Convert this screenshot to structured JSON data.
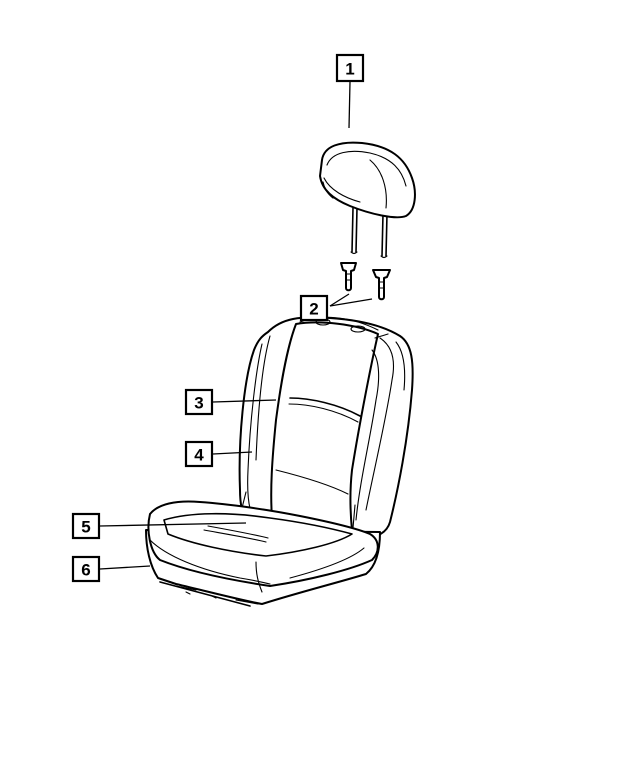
{
  "diagram": {
    "colors": {
      "line": "#000000",
      "background": "#ffffff"
    },
    "callouts": [
      {
        "id": "1",
        "label": "1",
        "part": "headrest"
      },
      {
        "id": "2",
        "label": "2",
        "part": "headrest-guides"
      },
      {
        "id": "3",
        "label": "3",
        "part": "seat-back-cover"
      },
      {
        "id": "4",
        "label": "4",
        "part": "seat-back-cushion"
      },
      {
        "id": "5",
        "label": "5",
        "part": "seat-cushion-cover"
      },
      {
        "id": "6",
        "label": "6",
        "part": "seat-cushion"
      }
    ]
  }
}
